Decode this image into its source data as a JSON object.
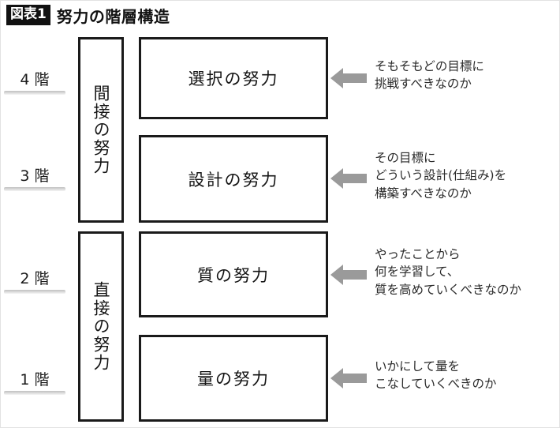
{
  "figure": {
    "badge": "図表1",
    "title": "努力の階層構造",
    "arrow_color": "#9a9a9a",
    "line_color": "#1a1a1a"
  },
  "floors": [
    {
      "label": "4 階"
    },
    {
      "label": "3 階"
    },
    {
      "label": "2 階"
    },
    {
      "label": "1 階"
    }
  ],
  "groups": [
    {
      "label": "間接の努力"
    },
    {
      "label": "直接の努力"
    }
  ],
  "levels": [
    {
      "label": "選択の努力"
    },
    {
      "label": "設計の努力"
    },
    {
      "label": "質の努力"
    },
    {
      "label": "量の努力"
    }
  ],
  "notes": [
    {
      "icon": "left-arrow-icon",
      "line1": "そもそもどの目標に",
      "line2": "挑戦すべきなのか",
      "line3": ""
    },
    {
      "icon": "left-arrow-icon",
      "line1": "その目標に",
      "line2": "どういう設計(仕組み)を",
      "line3": "構築すべきなのか"
    },
    {
      "icon": "left-arrow-icon",
      "line1": "やったことから",
      "line2": "何を学習して、",
      "line3": "質を高めていくべきなのか"
    },
    {
      "icon": "left-arrow-icon",
      "line1": "いかにして量を",
      "line2": "こなしていくべきのか",
      "line3": ""
    }
  ]
}
